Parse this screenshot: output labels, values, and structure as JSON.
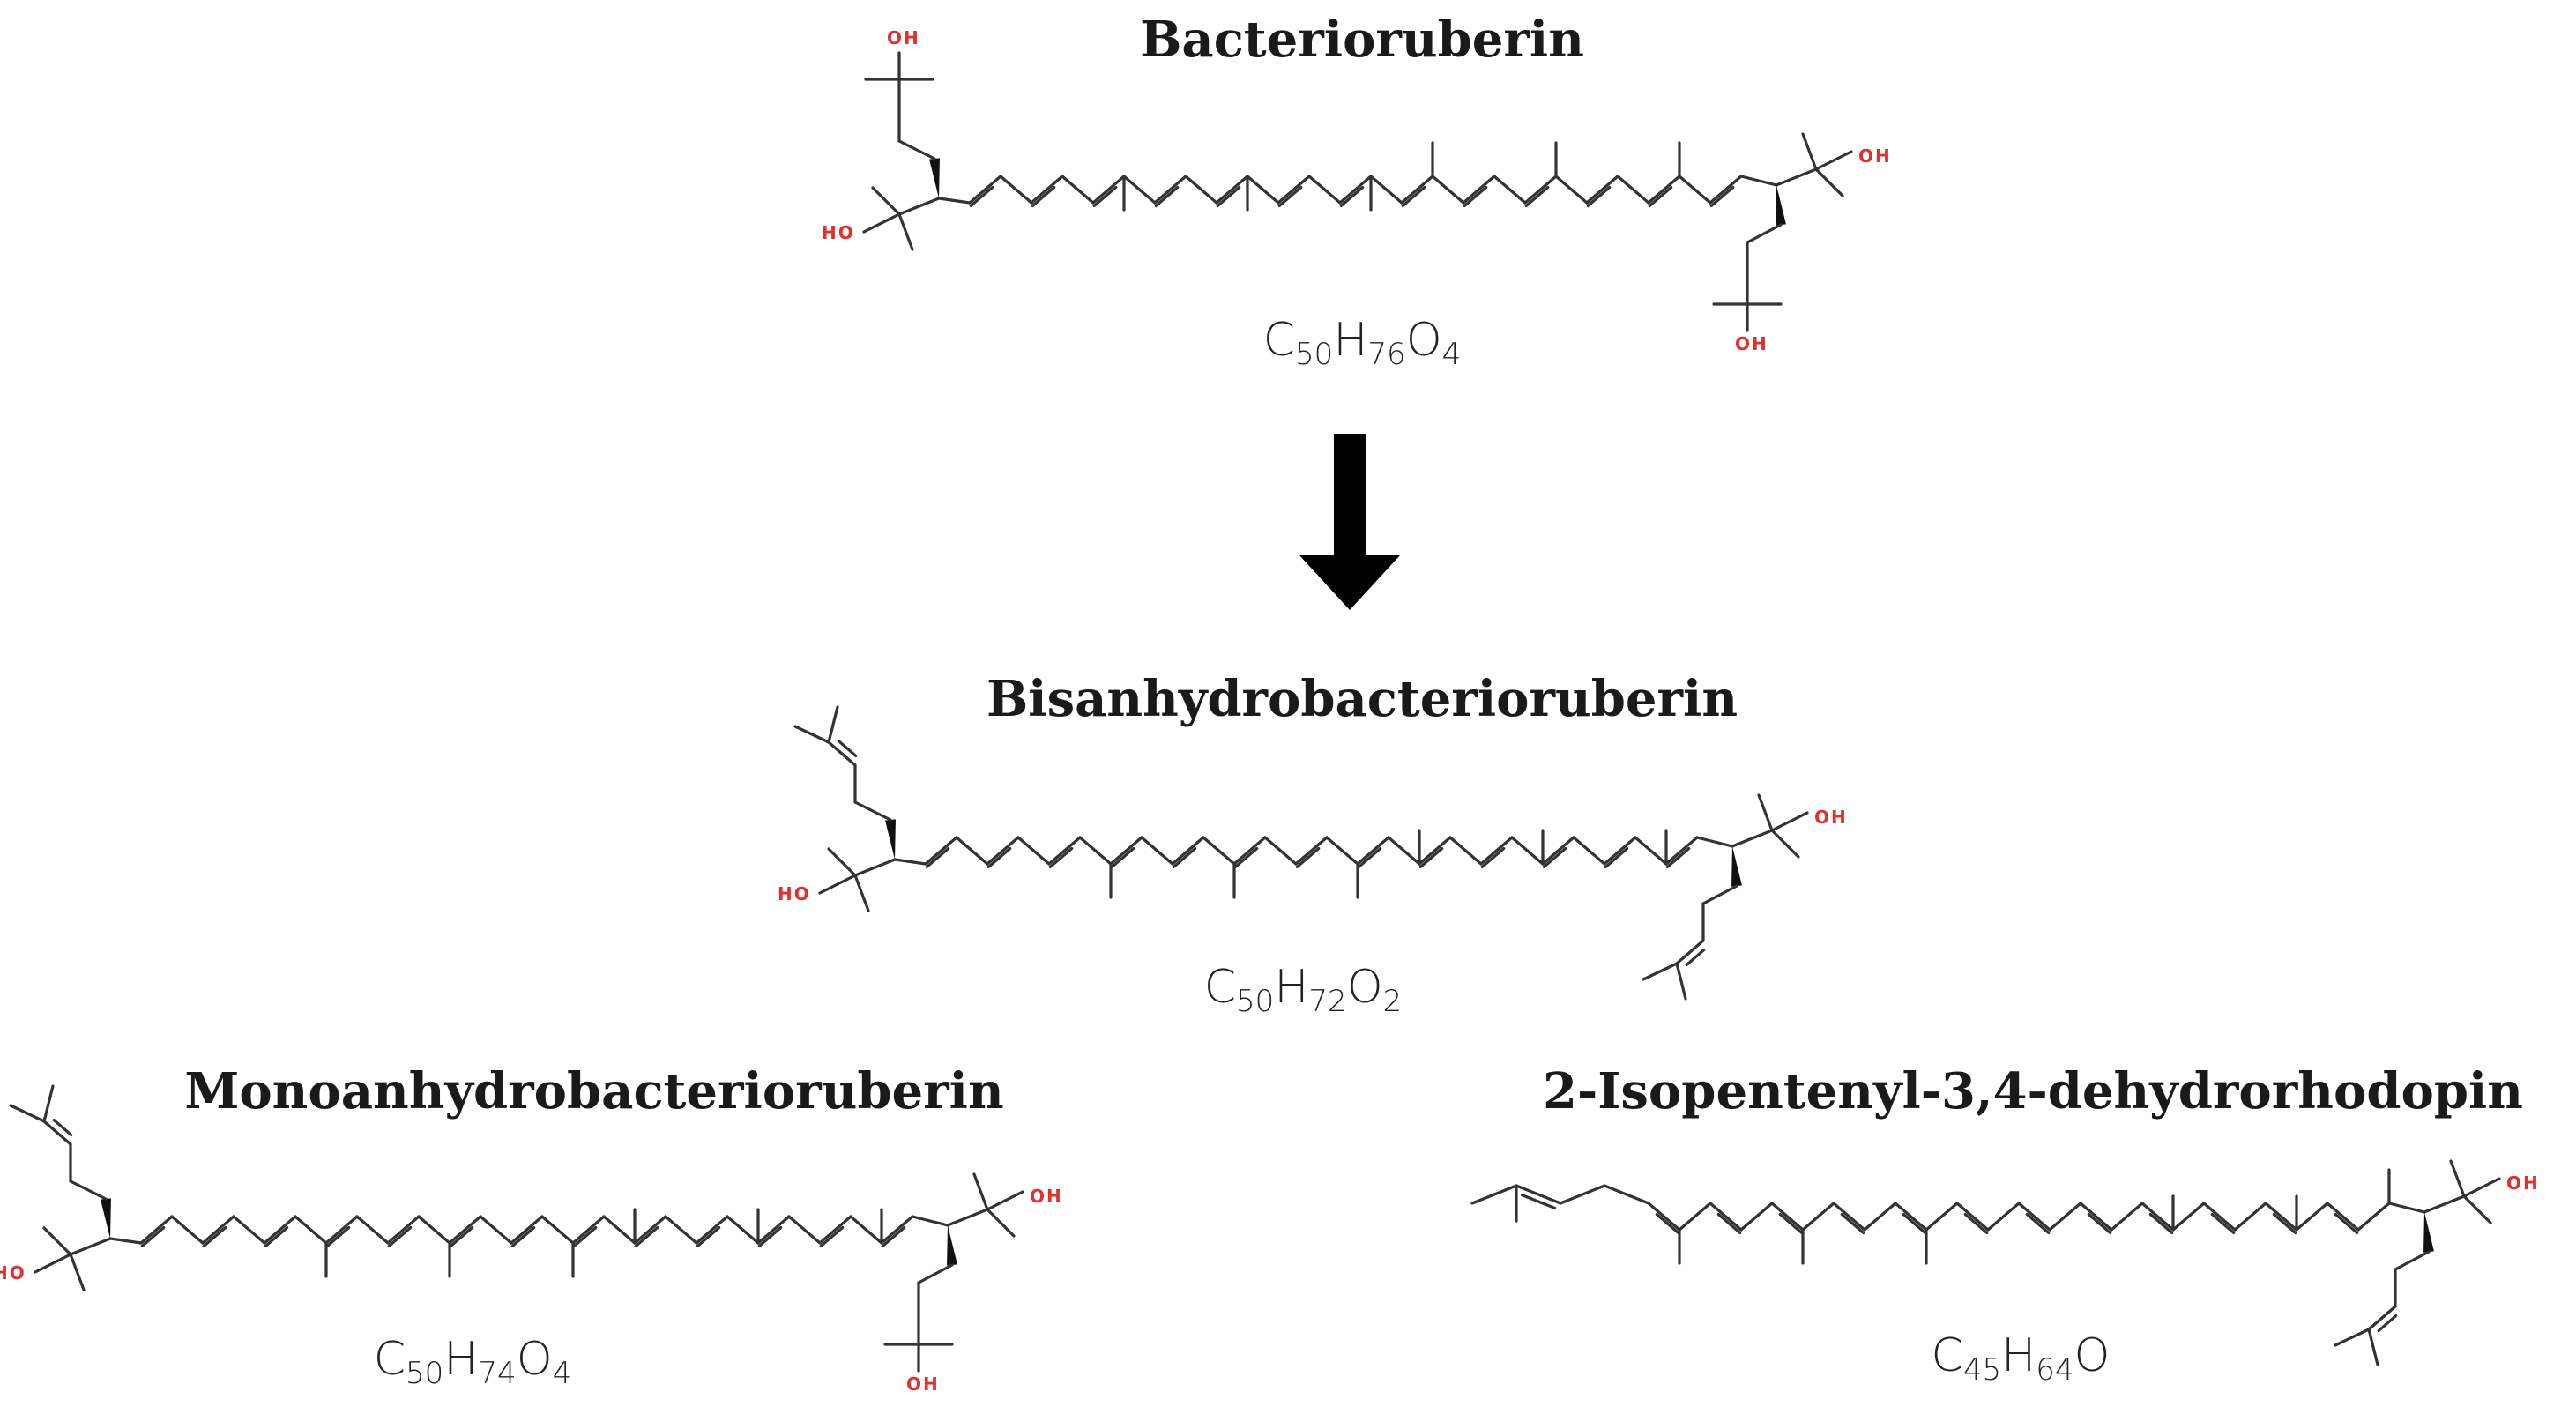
{
  "molecules": [
    {
      "id": "bacterioruberin",
      "name": "Bacterioruberin",
      "formula": {
        "C": "C",
        "c": "50",
        "H": "H",
        "h": "76",
        "O": "O",
        "o": "4"
      }
    },
    {
      "id": "bisanhydrobacterioruberin",
      "name": "Bisanhydrobacterioruberin",
      "formula": {
        "C": "C",
        "c": "50",
        "H": "H",
        "h": "72",
        "O": "O",
        "o": "2"
      }
    },
    {
      "id": "monoanhydrobacterioruberin",
      "name": "Monoanhydrobacterioruberin",
      "formula": {
        "C": "C",
        "c": "50",
        "H": "H",
        "h": "74",
        "O": "O",
        "o": "4"
      }
    },
    {
      "id": "isopentenyl-dehydrorhodopin",
      "name": "2-Isopentenyl-3,4-dehydrorhodopin",
      "formula": {
        "C": "C",
        "c": "45",
        "H": "H",
        "h": "64",
        "O": "O",
        "o": ""
      }
    }
  ],
  "labels": {
    "hydroxyl": "OH",
    "hydroxyl_left": "HO"
  },
  "colors": {
    "heteroatom": "#e03030",
    "bond": "#333333",
    "arrow": "#000000",
    "title": "#1a1a1a"
  }
}
